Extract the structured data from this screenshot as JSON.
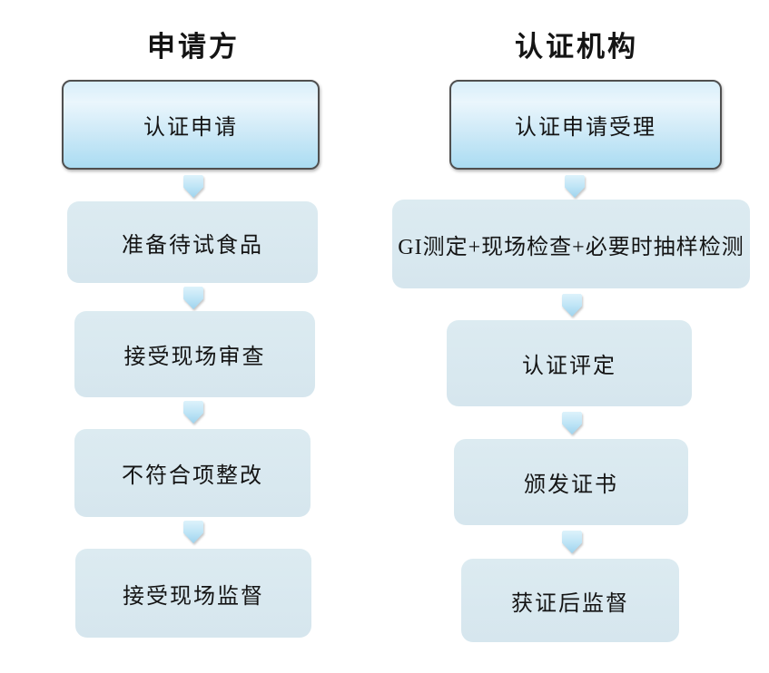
{
  "diagram": {
    "title": "GI certification process flow",
    "columns": [
      {
        "id": "applicant",
        "title": "申请方",
        "steps": [
          {
            "label": "认证申请",
            "type": "start"
          },
          {
            "label": "准备待试食品",
            "type": "step"
          },
          {
            "label": "接受现场审查",
            "type": "step"
          },
          {
            "label": "不符合项整改",
            "type": "step"
          },
          {
            "label": "接受现场监督",
            "type": "step"
          }
        ]
      },
      {
        "id": "certifier",
        "title": "认证机构",
        "steps": [
          {
            "label": "认证申请受理",
            "type": "start"
          },
          {
            "label": "GI测定+现场检查+必要时抽样检测",
            "type": "step"
          },
          {
            "label": "认证评定",
            "type": "step"
          },
          {
            "label": "颁发证书",
            "type": "step"
          },
          {
            "label": "获证后监督",
            "type": "step"
          }
        ]
      }
    ],
    "connector": "down-arrow",
    "colors": {
      "background": "#ffffff",
      "start_box_gradient_top": "#eaf6fc",
      "start_box_gradient_bottom": "#aadcf2",
      "start_box_border": "#4f4f4f",
      "step_box_fill": "#d8e8ef",
      "arrow_gradient_top": "#ddf2fb",
      "arrow_gradient_bottom": "#9ed3ee",
      "text": "#141414"
    }
  }
}
